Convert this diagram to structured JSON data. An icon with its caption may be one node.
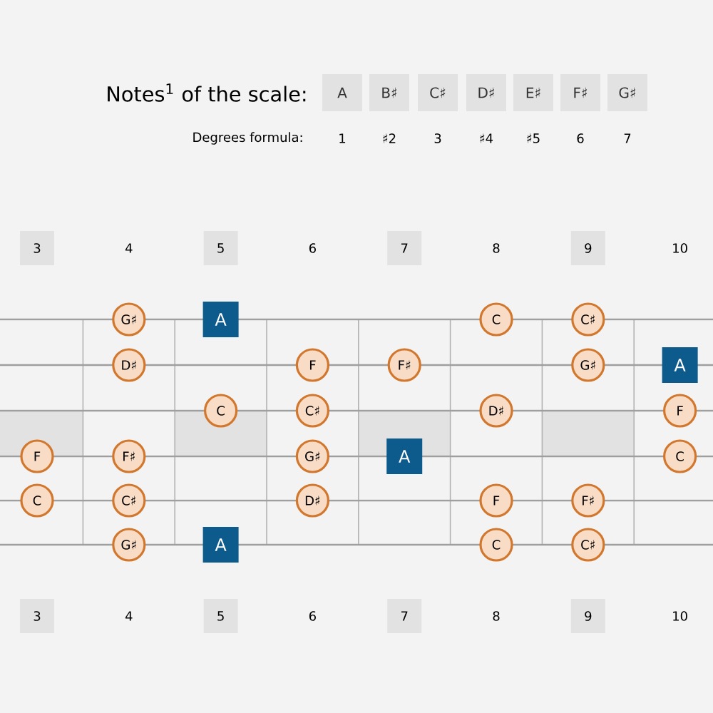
{
  "diagram": {
    "title": "Notes$^{1}$ of the scale:",
    "nodes": [
      {
        "text": [
          "G♯"
        ]
      },
      {
        "text": [
          "A"
        ]
      },
      {
        "text": [
          "C"
        ]
      },
      {
        "text": [
          "C♯"
        ]
      },
      {
        "text": [
          "D♯"
        ]
      },
      {
        "text": [
          "F"
        ]
      },
      {
        "text": [
          "F♯"
        ]
      },
      {
        "text": [
          "G♯"
        ]
      },
      {
        "text": [
          "A"
        ]
      },
      {
        "text": [
          "C"
        ]
      },
      {
        "text": [
          "C♯"
        ]
      },
      {
        "text": [
          "D♯"
        ]
      },
      {
        "text": [
          "F"
        ]
      },
      {
        "text": [
          "F"
        ]
      },
      {
        "text": [
          "F♯"
        ]
      },
      {
        "text": [
          "G♯"
        ]
      },
      {
        "text": [
          "A"
        ]
      },
      {
        "text": [
          "C"
        ]
      },
      {
        "text": [
          "C"
        ]
      },
      {
        "text": [
          "C♯"
        ]
      },
      {
        "text": [
          "D♯"
        ]
      },
      {
        "text": [
          "F"
        ]
      },
      {
        "text": [
          "F♯"
        ]
      },
      {
        "text": [
          "G♯"
        ]
      },
      {
        "text": [
          "A"
        ]
      },
      {
        "text": [
          "C"
        ]
      },
      {
        "text": [
          "C♯"
        ]
      }
    ],
    "labels": [
      "A",
      "B♯",
      "C♯",
      "D♯",
      "E♯",
      "F♯",
      "G♯",
      "Degrees formula:",
      "1",
      "♯2",
      "3",
      "♯4",
      "♯5",
      "6",
      "7",
      "3",
      "4",
      "5",
      "6",
      "7",
      "8",
      "9",
      "10",
      "3",
      "4",
      "5",
      "6",
      "7",
      "8",
      "9",
      "10"
    ]
  }
}
